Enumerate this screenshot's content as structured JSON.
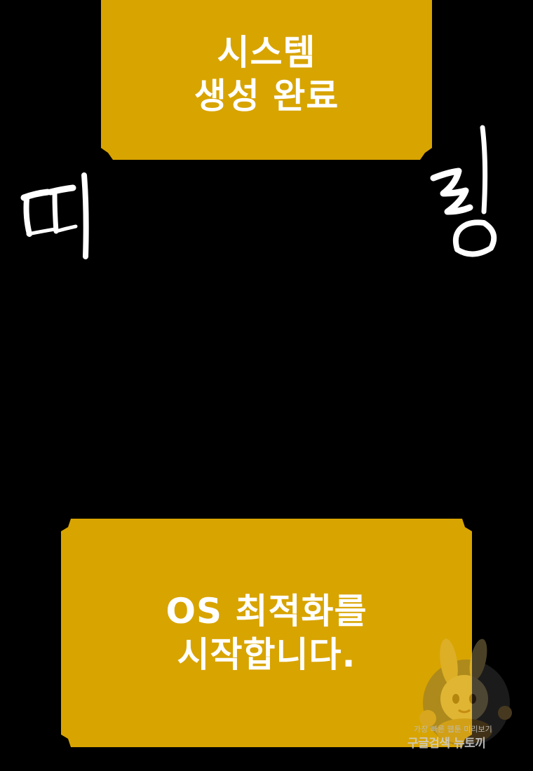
{
  "top_panel": {
    "line1": "시스템",
    "line2": "생성 완료"
  },
  "sfx": {
    "left_char": "띠",
    "right_char": "링"
  },
  "bottom_panel": {
    "line1": "OS 최적화를",
    "line2": "시작합니다."
  },
  "watermark": {
    "line1": "가장 빠른 웹툰 미리보기",
    "line2": "구글검색 뉴토끼"
  },
  "colors": {
    "panel": "#D8A400",
    "background": "#000000",
    "text": "#FFFFFF"
  }
}
